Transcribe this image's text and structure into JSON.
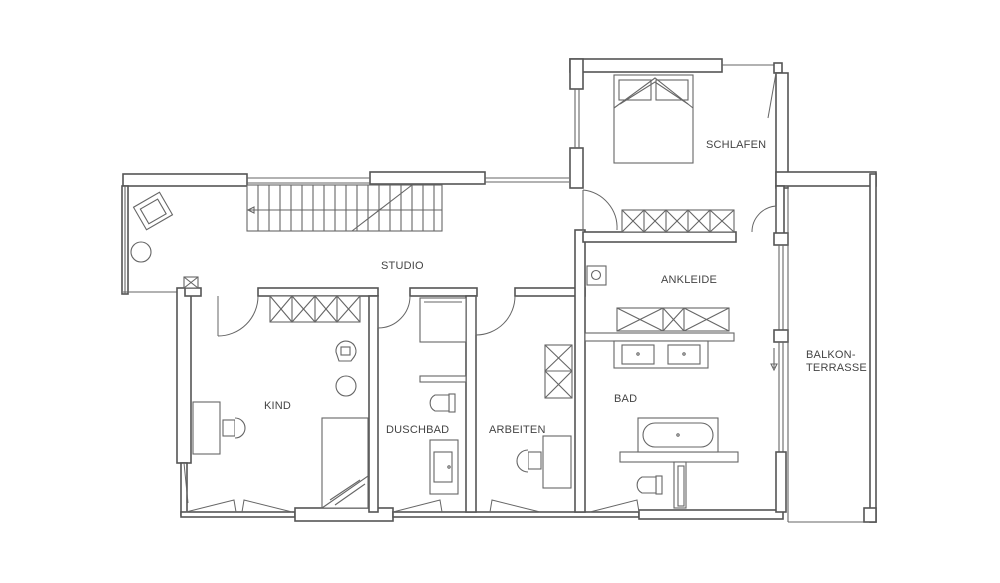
{
  "rooms": {
    "schlafen": "SCHLAFEN",
    "studio": "STUDIO",
    "ankleide": "ANKLEIDE",
    "balkon_line1": "BALKON-",
    "balkon_line2": "TERRASSE",
    "kind": "KIND",
    "duschbad": "DUSCHBAD",
    "arbeiten": "ARBEITEN",
    "bad": "BAD"
  },
  "colors": {
    "line": "#555555",
    "background": "#ffffff"
  }
}
